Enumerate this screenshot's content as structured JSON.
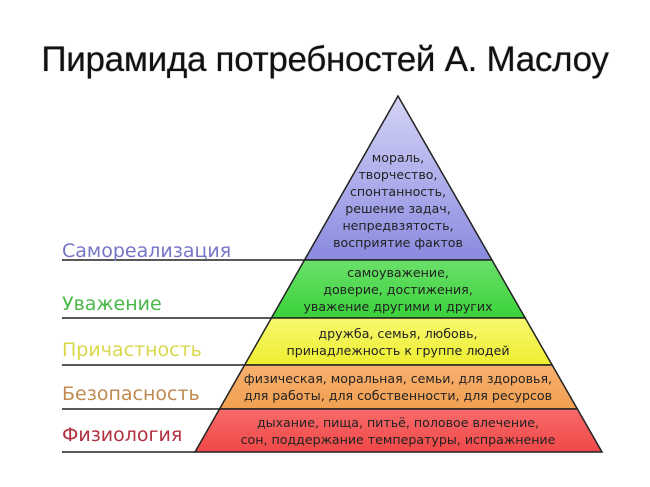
{
  "title": "Пирамида потребностей А. Маслоу",
  "levels": [
    {
      "label": "Самореализация",
      "color": "#7676c8",
      "fill_top": "#d4d4f7",
      "fill_bottom": "#8a8ae0",
      "text": "мораль,\nтворчество,\nспонтанность,\nрешение задач,\nнепредвзятость,\nвосприятие фактов"
    },
    {
      "label": "Уважение",
      "color": "#48b848",
      "fill_top": "#6ae06a",
      "fill_bottom": "#3ad23a",
      "text": "самоуважение,\nдоверие, достижения,\nуважение другими и других"
    },
    {
      "label": "Причастность",
      "color": "#d8d84a",
      "fill_top": "#f8f870",
      "fill_bottom": "#eeee30",
      "text": "дружба, семья, любовь,\nпринадлежность к группе людей"
    },
    {
      "label": "Безопасность",
      "color": "#c08a50",
      "fill_top": "#f8b070",
      "fill_bottom": "#f0a050",
      "text": "физическая, моральная, семьи, для здоровья,\nдля работы, для собственности, для ресурсов"
    },
    {
      "label": "Физиология",
      "color": "#b03040",
      "fill_top": "#f86a6a",
      "fill_bottom": "#f04848",
      "text": "дыхание, пища, питьё, половое влечение,\nсон, поддержание температуры, испражнение"
    }
  ]
}
